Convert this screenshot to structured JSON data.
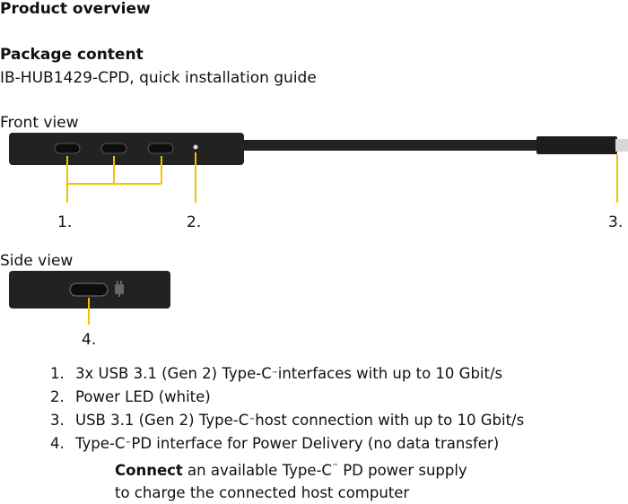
{
  "product_overview": {
    "title": "Product overview"
  },
  "package": {
    "heading": "Package content",
    "text": "IB-HUB1429-CPD, quick installation guide"
  },
  "front": {
    "heading": "Front view",
    "label1": "1.",
    "label2": "2.",
    "label3": "3."
  },
  "side": {
    "heading": "Side view",
    "label4": "4."
  },
  "legend": [
    {
      "num": "1.",
      "pre": "3x USB 3.1 (Gen 2) Type-C",
      "tm": "™",
      "post": " interfaces with up to 10 Gbit/s"
    },
    {
      "num": "2.",
      "pre": "Power LED (white)",
      "tm": "",
      "post": ""
    },
    {
      "num": "3.",
      "pre": "USB 3.1 (Gen 2) Type-C",
      "tm": "™",
      "post": " host connection with up to 10 Gbit/s"
    },
    {
      "num": "4.",
      "pre": "Type-C",
      "tm": "™",
      "post": " PD interface for Power Delivery (no data transfer)"
    }
  ],
  "note": {
    "bold": "Connect",
    "line1_pre": " an available Type-C",
    "tm": "™",
    "line1_post": " PD power supply",
    "line2": "to charge the connected host computer"
  },
  "colors": {
    "device": "#222222",
    "leader": "#f2c200",
    "text": "#111111"
  }
}
